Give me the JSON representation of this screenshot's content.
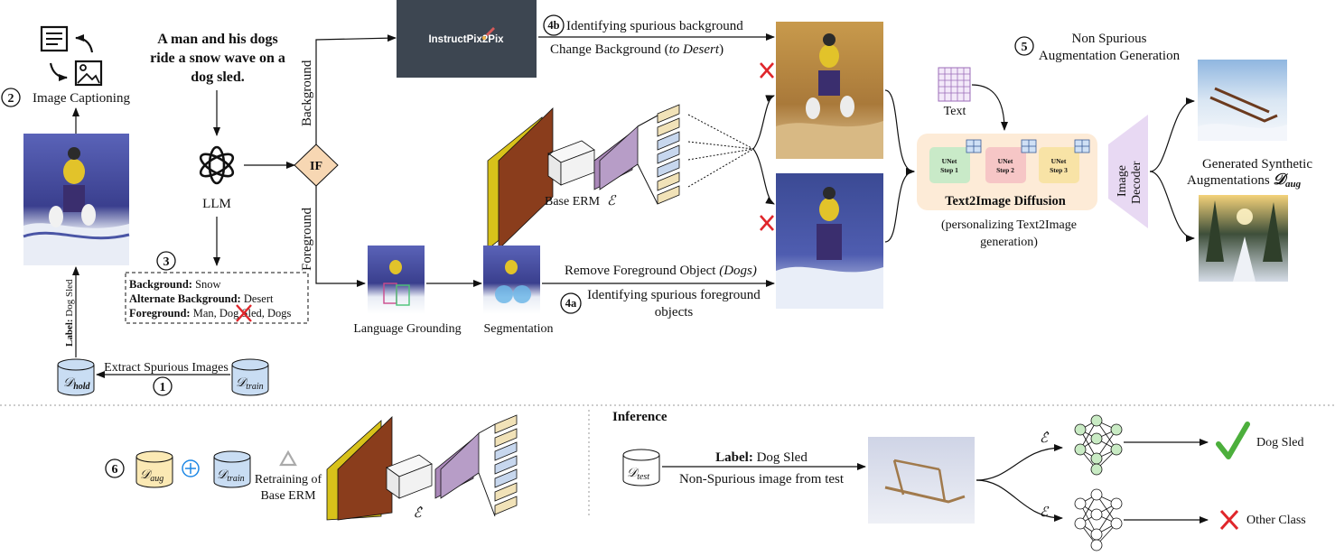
{
  "caption": {
    "line1": "A man and his dogs",
    "line2": "ride a snow wave on a",
    "line3": "dog sled."
  },
  "steps": {
    "s1": "1",
    "s2": "2",
    "s3": "3",
    "s4a": "4a",
    "s4b": "4b",
    "s5": "5",
    "s6": "6"
  },
  "labels": {
    "image_captioning": "Image Captioning",
    "llm": "LLM",
    "if": "IF",
    "branch_background": "Background",
    "branch_foreground": "Foreground",
    "instructpix2pix": "InstructPix2Pix",
    "identify_bg": "Identifying spurious background",
    "change_bg_prefix": "Change Background (",
    "change_bg_italic": "to Desert",
    "change_bg_suffix": ")",
    "base_erm": "Base ERM",
    "erm_symbol": "ℰ",
    "remove_fg_prefix": "Remove Foreground Object ",
    "remove_fg_italic": "(Dogs)",
    "identify_fg_line1": "Identifying spurious foreground",
    "identify_fg_line2": "objects",
    "language_grounding": "Language Grounding",
    "segmentation": "Segmentation",
    "label_prefix": "Label:",
    "label_value": "Dog Sled",
    "extract_spurious": "Extract Spurious Images",
    "d_hold": "𝒟",
    "d_hold_sub": "hold",
    "d_train": "𝒟",
    "d_train_sub": "train",
    "non_spurious_line1": "Non Spurious",
    "non_spurious_line2": "Augmentation Generation",
    "text": "Text",
    "unet1_a": "UNet",
    "unet1_b": "Step 1",
    "unet2_a": "UNet",
    "unet2_b": "Step 2",
    "unet3_a": "UNet",
    "unet3_b": "Step 3",
    "t2i_diffusion": "Text2Image Diffusion",
    "personalizing_line1": "(personalizing Text2Image",
    "personalizing_line2": "generation)",
    "image_decoder_line1": "Image",
    "image_decoder_line2": "Decoder",
    "generated_line1": "Generated Synthetic",
    "generated_line2": "Augmentations",
    "d_aug": "𝒟",
    "d_aug_sub": "aug",
    "retraining_line1": "Retraining of",
    "retraining_line2": "Base ERM",
    "erm_hat_symbol": "ℰ̂",
    "inference": "Inference",
    "d_test": "𝒟",
    "d_test_sub": "test",
    "label_prefix_2": "Label:",
    "label_value_2": "Dog Sled",
    "non_spurious_test": "Non-Spurious image from test",
    "dog_sled": "Dog Sled",
    "other_class": "Other Class"
  },
  "llm_output": {
    "background_key": "Background:",
    "background_val": "Snow",
    "alt_background_key": "Alternate Background:",
    "alt_background_val": "Desert",
    "foreground_key": "Foreground:",
    "foreground_val": "Man, Dog Sled, Dogs"
  },
  "colors": {
    "yellow": "#d8c21a",
    "brown": "#8a3d1c",
    "purple": "#a987b8",
    "light_blue": "#c7d7ee",
    "beige": "#f1e2b8",
    "cross_red": "#e0262b",
    "check_green": "#4caf3c",
    "diamond": "#f7d7b3",
    "diffusion_bg": "#fdebd7",
    "decoder": "#e8d9f3",
    "instructpix_bg": "#3d4651",
    "db_blue": "#c9ddf3",
    "db_yellow": "#fbe9b4"
  }
}
